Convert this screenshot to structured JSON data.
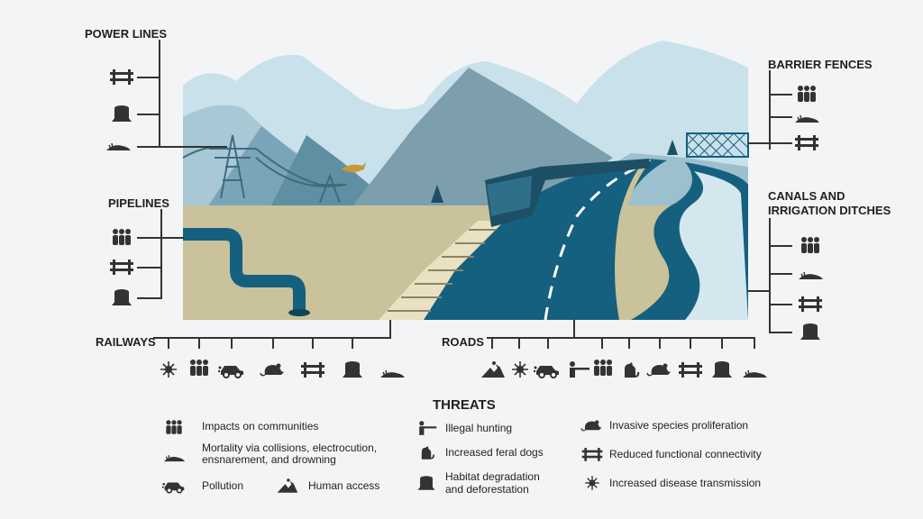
{
  "labels": {
    "power_lines": "POWER LINES",
    "pipelines": "PIPELINES",
    "railways": "RAILWAYS",
    "roads": "ROADS",
    "barrier_fences": "BARRIER FENCES",
    "canals_1": "CANALS AND",
    "canals_2": "IRRIGATION DITCHES"
  },
  "legend": {
    "title": "THREATS",
    "communities": "Impacts on communities",
    "mortality_1": "Mortality via collisions, electrocution,",
    "mortality_2": "ensnarement, and drowning",
    "pollution": "Pollution",
    "human_access": "Human access",
    "hunting": "Illegal hunting",
    "feral_dogs": "Increased feral dogs",
    "habitat_1": "Habitat degradation",
    "habitat_2": "and deforestation",
    "invasive": "Invasive species proliferation",
    "connectivity": "Reduced functional connectivity",
    "disease": "Increased disease transmission"
  },
  "colors": {
    "ink": "#333333",
    "sky": "#c9e1ea",
    "mountain_dark": "#5f8fa3",
    "mountain_light": "#a8c8d6",
    "ground": "#c9c29a",
    "road": "#15607f",
    "water": "#d4e7ef"
  }
}
